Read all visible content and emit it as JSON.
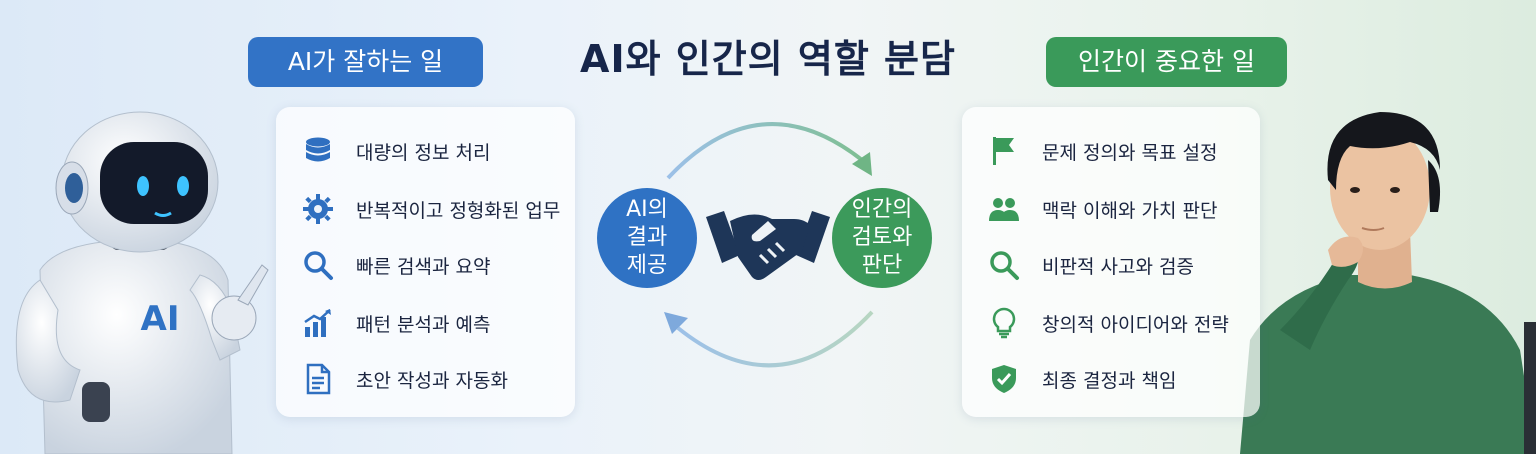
{
  "title": "AI와 인간의 역할 분담",
  "ai_side": {
    "header": "AI가 잘하는 일",
    "items": [
      {
        "label": "대량의 정보 처리",
        "icon": "database-icon"
      },
      {
        "label": "반복적이고 정형화된 업무",
        "icon": "gear-icon"
      },
      {
        "label": "빠른 검색과 요약",
        "icon": "search-icon"
      },
      {
        "label": "패턴 분석과 예측",
        "icon": "bar-chart-icon"
      },
      {
        "label": "초안 작성과 자동화",
        "icon": "document-icon"
      }
    ],
    "robot_chest_label": "AI"
  },
  "human_side": {
    "header": "인간이 중요한 일",
    "items": [
      {
        "label": "문제 정의와 목표 설정",
        "icon": "flag-icon"
      },
      {
        "label": "맥락 이해와 가치 판단",
        "icon": "people-icon"
      },
      {
        "label": "비판적 사고와 검증",
        "icon": "search-icon"
      },
      {
        "label": "창의적 아이디어와 전략",
        "icon": "lightbulb-icon"
      },
      {
        "label": "최종 결정과 책임",
        "icon": "shield-check-icon"
      }
    ]
  },
  "cycle": {
    "ai_node": "AI의\n결과\n제공",
    "human_node": "인간의\n검토와\n판단",
    "center_icon": "handshake-icon"
  },
  "colors": {
    "ai_blue": "#3273c6",
    "human_green": "#3a9a5a",
    "title_navy": "#17264a"
  }
}
